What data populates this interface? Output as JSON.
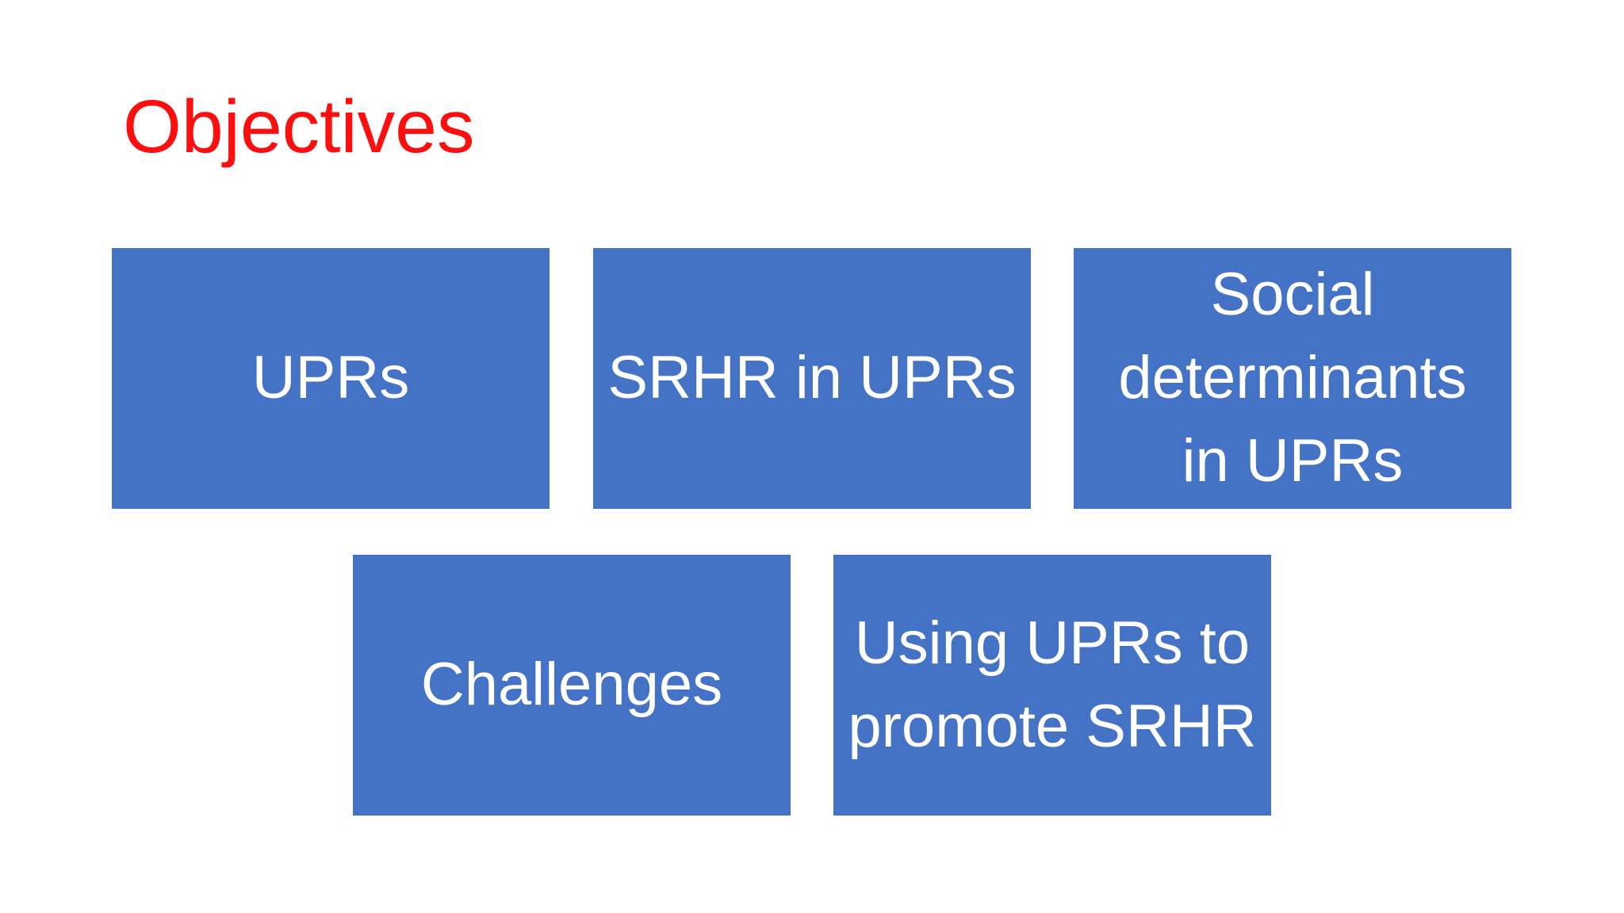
{
  "slide": {
    "background_color": "#ffffff",
    "title": {
      "text": "Objectives",
      "color": "#fb0f0f"
    },
    "box_style": {
      "fill_color": "#4472c4",
      "text_color": "#ffffff"
    },
    "boxes": [
      {
        "id": "uprs",
        "label": "UPRs"
      },
      {
        "id": "srhr-in-uprs",
        "label": "SRHR in UPRs"
      },
      {
        "id": "social-determinants-in-uprs",
        "label": "Social\ndeterminants\nin UPRs"
      },
      {
        "id": "challenges",
        "label": "Challenges"
      },
      {
        "id": "using-uprs-to-promote-srhr",
        "label": "Using UPRs to\npromote SRHR"
      }
    ]
  }
}
